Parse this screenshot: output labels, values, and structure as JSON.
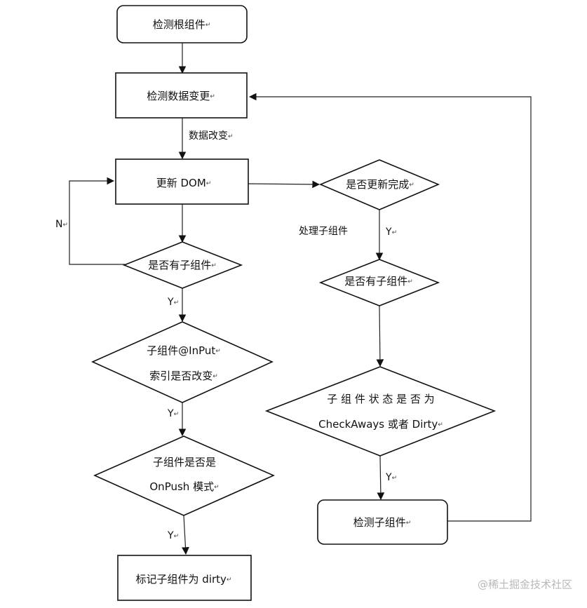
{
  "nodes": {
    "check_root": {
      "text": "检测根组件"
    },
    "check_data_change": {
      "text": "检测数据变更"
    },
    "update_dom": {
      "text": "更新 DOM"
    },
    "has_child_left": {
      "text": "是否有子组件"
    },
    "input_ref_changed": {
      "line1": "子组件@InPut",
      "line2": "索引是否改变"
    },
    "is_onpush": {
      "line1": "子组件是否是",
      "line2": "OnPush 模式"
    },
    "mark_dirty": {
      "text": "标记子组件为 dirty"
    },
    "update_done": {
      "text": "是否更新完成"
    },
    "has_child_right": {
      "text": "是否有子组件"
    },
    "child_state": {
      "line1": "子 组 件 状 态 是 否 为",
      "line2": "CheckAways 或者 Dirty"
    },
    "check_child": {
      "text": "检测子组件"
    }
  },
  "edges": {
    "data_changed": "数据改变",
    "no_loop": "N",
    "yes_1": "Y",
    "yes_2": "Y",
    "yes_3": "Y",
    "process_child": "处理子组件",
    "yes_4": "Y",
    "yes_5": "Y"
  },
  "para_mark": "↵",
  "watermark": "@稀土掘金技术社区",
  "colors": {
    "stroke": "#111111",
    "text": "#111111",
    "watermark": "#b8b8b8",
    "background": "#ffffff"
  }
}
